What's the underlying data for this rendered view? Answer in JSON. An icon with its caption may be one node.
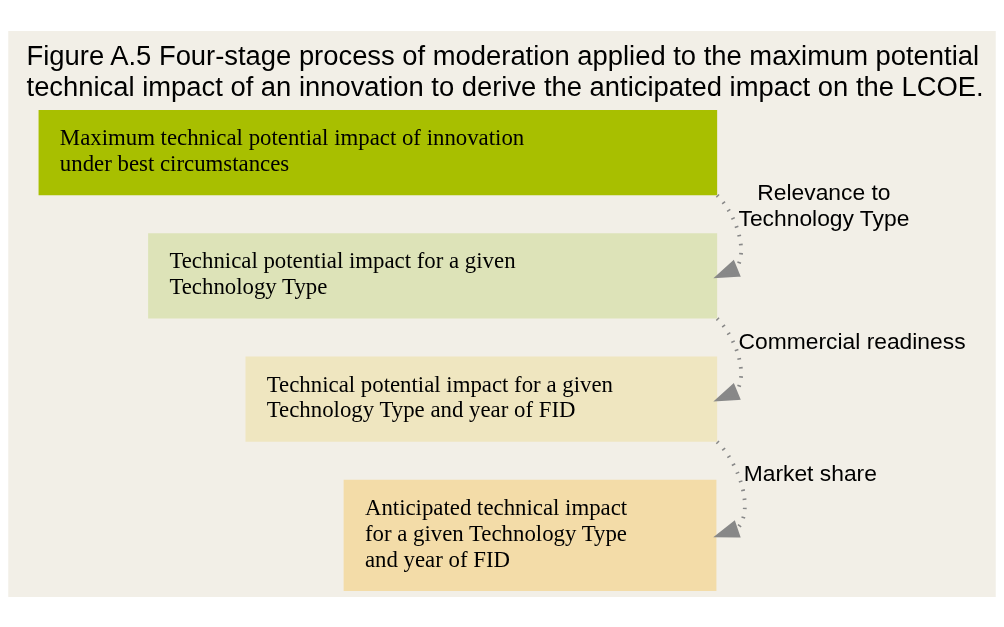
{
  "diagram": {
    "title": "Figure A.5 Four-stage process of moderation applied to the maximum potential technical impact of an innovation to derive the anticipated impact on the LCOE.",
    "nodes": [
      {
        "text": [
          "Maximum technical potential impact of innovation under best circumstances"
        ]
      },
      {
        "text": [
          "Technical potential impact for a given Technology Type"
        ]
      },
      {
        "text": [
          "Technical potential impact for a given Technology Type and year of FID"
        ]
      },
      {
        "text": [
          "Anticipated technical impact for a given Technology Type and year of FID"
        ]
      }
    ],
    "edges": [
      {
        "from": 0,
        "to": 1,
        "arrow": "to",
        "label": "Relevance to Technology Type"
      },
      {
        "from": 1,
        "to": 2,
        "arrow": "to",
        "label": "Commercial readiness"
      },
      {
        "from": 2,
        "to": 3,
        "arrow": "to",
        "label": "Market share"
      }
    ]
  }
}
